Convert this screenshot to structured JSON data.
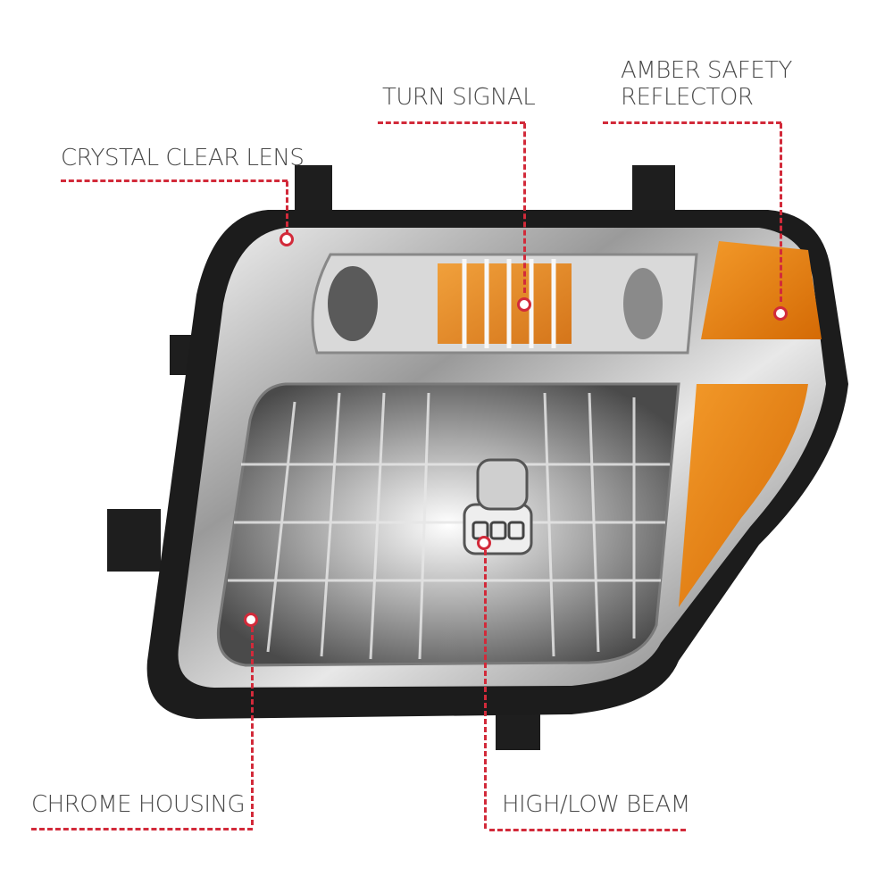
{
  "callouts": [
    {
      "id": "crystal-clear-lens",
      "label": "CRYSTAL CLEAR LENS"
    },
    {
      "id": "turn-signal",
      "label": "TURN SIGNAL"
    },
    {
      "id": "amber-safety-reflector",
      "label_line1": "AMBER SAFETY",
      "label_line2": "REFLECTOR"
    },
    {
      "id": "chrome-housing",
      "label": "CHROME HOUSING"
    },
    {
      "id": "high-low-beam",
      "label": "HIGH/LOW BEAM"
    }
  ],
  "colors": {
    "callout_line": "#d22a3a",
    "label_text": "#4a4a4a",
    "amber": "#e8850f",
    "chrome": "#cfcfcf",
    "housing_black": "#1c1c1c"
  }
}
